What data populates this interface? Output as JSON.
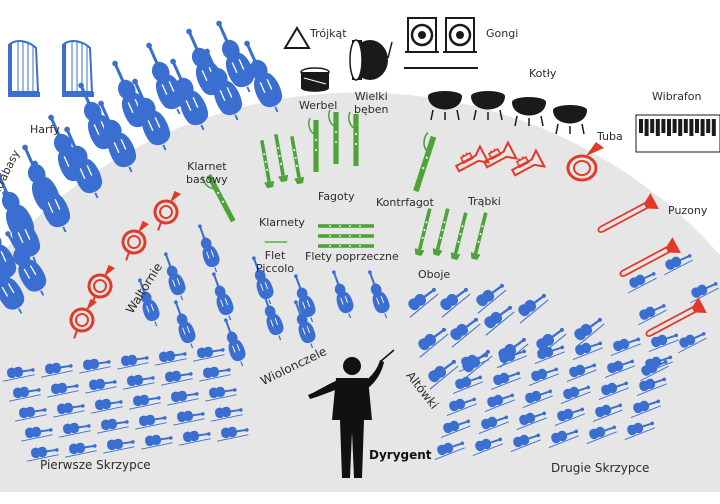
{
  "title": "",
  "colors": {
    "background_arc": "#e6e6e6",
    "strings": "#3a6fd1",
    "woodwinds": "#4da33a",
    "brass": "#e23a2a",
    "percussion": "#1a1a1a",
    "text": "#2b2b2b"
  },
  "sections": {
    "harfy": "Harfy",
    "kontrabasy": "Kontrabasy",
    "waltornie": "Waltornie",
    "klarnet_basowy": "Klarnet\nbasowy",
    "klarnety": "Klarnety",
    "flet_piccolo": "Flet\nPiccolo",
    "fagoty": "Fagoty",
    "kontrfagot": "Kontrfagot",
    "flety_poprzeczne": "Flety poprzeczne",
    "oboje": "Oboje",
    "trojkat": "Trójkąt",
    "werbel": "Werbel",
    "wielki_beben": "Wielki\nbęben",
    "gongi": "Gongi",
    "kotly": "Kotły",
    "wibrafon": "Wibrafon",
    "tuba": "Tuba",
    "trabki": "Trąbki",
    "puzony": "Puzony",
    "wiolonczele": "Wiolonczele",
    "altowki": "Altówki",
    "dyrygent": "Dyrygent",
    "pierwsze_skrzypce": "Pierwsze Skrzypce",
    "drugie_skrzypce": "Drugie Skrzypce"
  },
  "icons": {
    "harp": "harp-icon",
    "double_bass": "double-bass-icon",
    "french_horn": "french-horn-icon",
    "clarinet": "clarinet-icon",
    "bass_clarinet": "bass-clarinet-icon",
    "flute": "flute-icon",
    "bassoon": "bassoon-icon",
    "contrabassoon": "contrabassoon-icon",
    "oboe": "oboe-icon",
    "triangle": "triangle-icon",
    "snare_drum": "snare-drum-icon",
    "bass_drum": "bass-drum-icon",
    "gong": "gong-icon",
    "timpani": "timpani-icon",
    "vibraphone": "vibraphone-icon",
    "tuba": "tuba-icon",
    "trumpet": "trumpet-icon",
    "trombone": "trombone-icon",
    "cello": "cello-icon",
    "viola": "viola-icon",
    "violin": "violin-icon",
    "conductor": "conductor-icon"
  }
}
